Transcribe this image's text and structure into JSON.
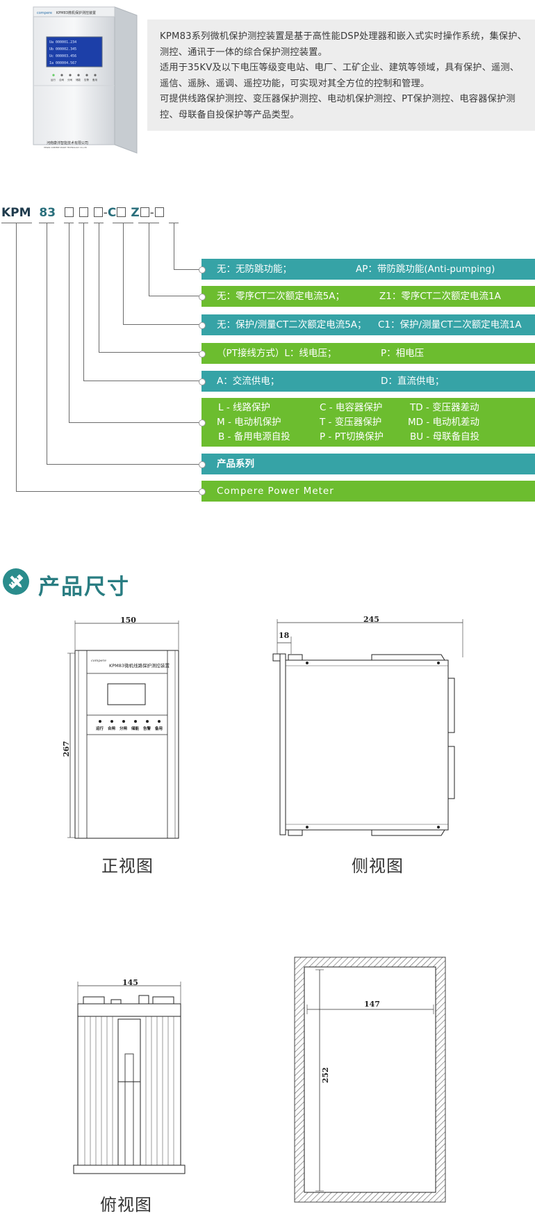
{
  "intro": {
    "device_brand": "compere",
    "device_title": "KPM83微机保护测控装置",
    "device_maker": "河南康沛智能技术有限公司",
    "device_maker_en": "HENAN COMPERE SMART TECHNOLOGY CO.,LTD",
    "screen_lines": [
      "Ua   000001.234",
      "Ub   000002.345",
      "Uc   000003.456",
      "Ia   000004.567"
    ],
    "leds": [
      "运行",
      "合闸",
      "分闸",
      "储能",
      "告警",
      "备用"
    ],
    "paragraphs": [
      "KPM83系列微机保护测控装置是基于高性能DSP处理器和嵌入式实时操作系统，集保护、测控、通讯于一体的综合保护测控装置。",
      "适用于35KV及以下电压等级变电站、电厂、工矿企业、建筑等领域，具有保护、遥测、遥信、遥脉、遥调、遥控功能，可实现对其全方位的控制和管理。",
      "可提供线路保护测控、变压器保护测控、电动机保护测控、PT保护测控、电容器保护测控、母联备自投保护等产品类型。"
    ]
  },
  "model": {
    "prefix": "KPM",
    "series": "83",
    "c_letter": "C",
    "z_letter": "Z",
    "dash": "-",
    "bars": [
      {
        "left": "无：无防跳功能；",
        "right": "AP：带防跳功能(Anti-pumping)"
      },
      {
        "left": "无：零序CT二次额定电流5A；",
        "right": "Z1：零序CT二次额定电流1A"
      },
      {
        "left": "无：保护/测量CT二次额定电流5A；",
        "right": "C1：保护/测量CT二次额定电流1A"
      },
      {
        "left": "（PT接线方式）L：线电压；",
        "right": "P：相电压"
      },
      {
        "left": "A：交流供电；",
        "right": "D：直流供电；"
      }
    ],
    "types": [
      [
        "L - 线路保护",
        "C - 电容器保护",
        "TD - 变压器差动"
      ],
      [
        "M - 电动机保护",
        "T - 变压器保护",
        "MD - 电动机差动"
      ],
      [
        "B - 备用电源自投",
        "P - PT切换保护",
        "BU - 母联备自投"
      ]
    ],
    "series_label": "产品系列",
    "brand_label": "Compere Power Meter"
  },
  "dimensions": {
    "section_title": "产品尺寸",
    "front": {
      "label": "正视图",
      "width": "150",
      "height": "267",
      "panel_brand": "compere",
      "panel_title": "KPM83微机线路保护测控装置",
      "leds": [
        "运行",
        "合闸",
        "分闸",
        "储能",
        "告警",
        "备用"
      ]
    },
    "side": {
      "label": "侧视图",
      "depth": "245",
      "flange": "18"
    },
    "top": {
      "label": "俯视图",
      "width": "145"
    },
    "cutout": {
      "width": "147",
      "height": "252"
    }
  },
  "colors": {
    "teal": "#36a3a6",
    "green": "#6cbd2f",
    "title": "#2a7d82"
  }
}
